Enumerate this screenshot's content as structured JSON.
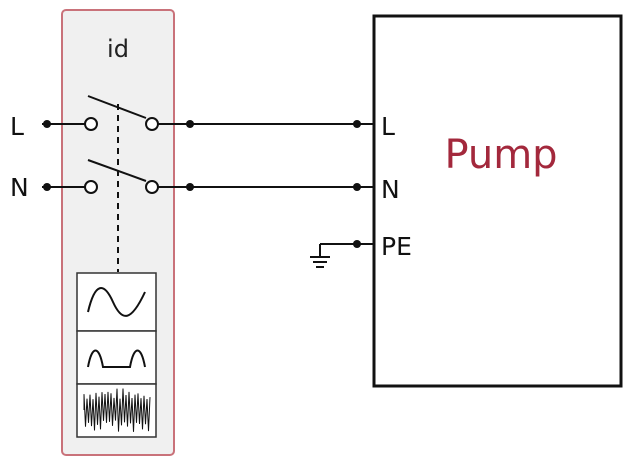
{
  "device": {
    "label": "id"
  },
  "lines": {
    "l": "L",
    "n": "N"
  },
  "pump": {
    "title": "Pump",
    "terminals": {
      "l": "L",
      "n": "N",
      "pe": "PE"
    }
  },
  "colors": {
    "device_border": "#c9727a",
    "device_fill": "#f0f0f0",
    "pump_title": "#a3283c",
    "wire": "#111111"
  },
  "icons": [
    "switch-icon",
    "sine-wave-icon",
    "rectified-wave-icon",
    "noise-wave-icon",
    "ground-icon"
  ]
}
